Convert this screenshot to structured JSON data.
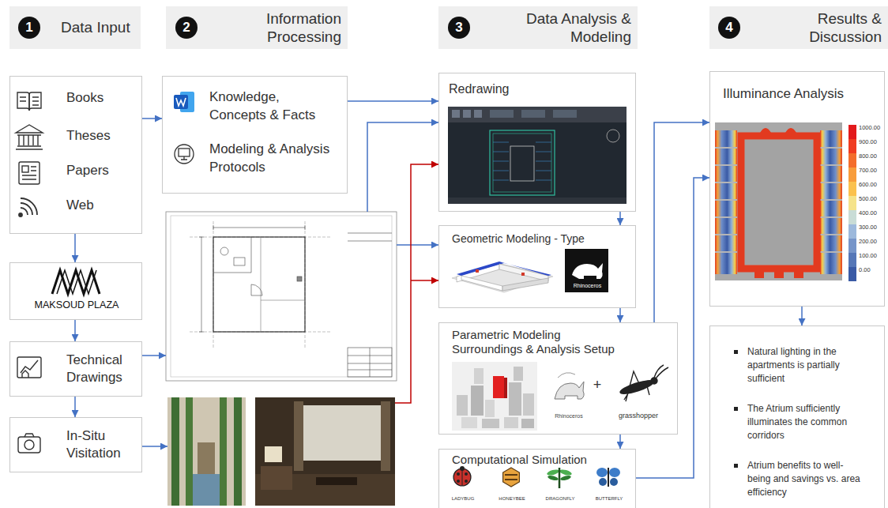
{
  "diagram": {
    "nodes": [
      {
        "text": [
          "1",
          "Data Input"
        ]
      },
      {
        "text": [
          "2",
          "Information Processing"
        ]
      },
      {
        "text": [
          "3",
          "Data Analysis & Modeling"
        ]
      },
      {
        "text": [
          "4",
          "Results & Discussion"
        ]
      },
      {
        "text": [
          "Books",
          "Theses",
          "Papers",
          "Web"
        ]
      },
      {
        "text": [
          "MAKSOUD PLAZA"
        ]
      },
      {
        "text": [
          "Technical Drawings"
        ]
      },
      {
        "text": [
          "In-Situ Visitation"
        ]
      },
      {
        "text": [
          "Knowledge, Concepts & Facts",
          "Modeling & Analysis Protocols"
        ]
      },
      {
        "text": [
          "Redrawing"
        ]
      },
      {
        "text": [
          "Geometric Modeling - Type",
          "Rhinoceros"
        ]
      },
      {
        "text": [
          "Parametric Modeling Surroundings & Analysis Setup",
          "Rhinoceros",
          "+",
          "grasshopper"
        ]
      },
      {
        "text": [
          "Computational Simulation",
          "LADYBUG",
          "HONEYBEE",
          "DRAGONFLY",
          "BUTTERFLY"
        ]
      },
      {
        "text": [
          "Illuminance Analysis"
        ]
      },
      {
        "text": [
          "Natural lighting in the apartments is partially sufficient",
          "The Atrium sufficiently illuminates the common corridors",
          "Atrium benefits to well-being and savings vs. area efficiency"
        ]
      }
    ],
    "edges": [
      {
        "from": 4,
        "to": 8,
        "arrow": "to"
      },
      {
        "from": 4,
        "to": 5,
        "arrow": "to"
      },
      {
        "from": 5,
        "to": 6,
        "arrow": "to"
      },
      {
        "from": 6,
        "to": 7,
        "arrow": "to"
      },
      {
        "from": 8,
        "to": 9,
        "arrow": "to"
      },
      {
        "from": 9,
        "to": 10,
        "arrow": "to"
      },
      {
        "from": 10,
        "to": 11,
        "arrow": "to"
      },
      {
        "from": 11,
        "to": 12,
        "arrow": "to"
      },
      {
        "from": 11,
        "to": 13,
        "arrow": "to"
      },
      {
        "from": 12,
        "to": 13,
        "arrow": "to"
      },
      {
        "from": 13,
        "to": 14,
        "arrow": "to"
      }
    ],
    "legend": [
      {
        "text": "1000.00",
        "color": "#e31a1c"
      },
      {
        "text": "900.00",
        "color": "#f03b20"
      },
      {
        "text": "800.00",
        "color": "#f46d2b"
      },
      {
        "text": "700.00",
        "color": "#f89c3a"
      },
      {
        "text": "600.00",
        "color": "#fbc14d"
      },
      {
        "text": "500.00",
        "color": "#f5e38a"
      },
      {
        "text": "400.00",
        "color": "#c9dcd6"
      },
      {
        "text": "300.00",
        "color": "#9db9dc"
      },
      {
        "text": "200.00",
        "color": "#7795c9"
      },
      {
        "text": "100.00",
        "color": "#5677b7"
      },
      {
        "text": "0.00",
        "color": "#3a5aa5"
      }
    ]
  }
}
